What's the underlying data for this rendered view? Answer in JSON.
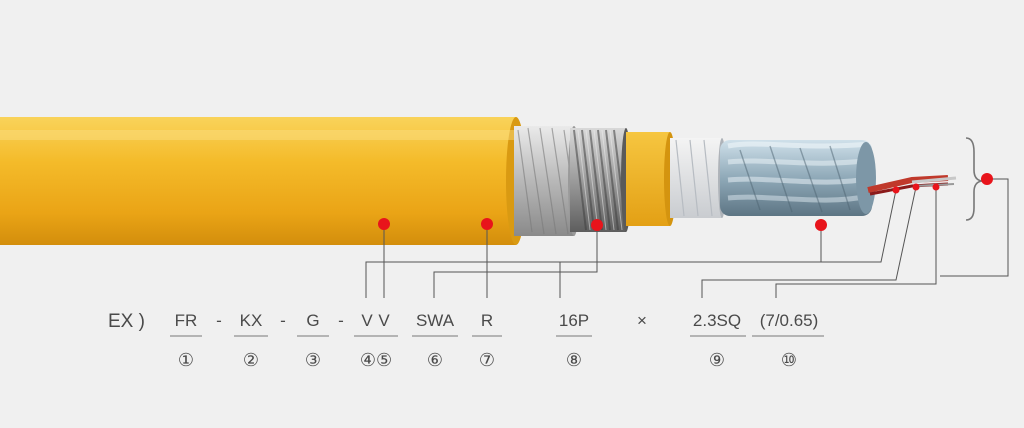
{
  "designation": {
    "prefix": "EX )",
    "codes": [
      "FR",
      "KX",
      "G",
      "V",
      "V",
      "SWA",
      "R",
      "16P",
      "2.3SQ",
      "(7/0.65)"
    ],
    "separators": [
      "-",
      "-",
      "-",
      "×"
    ],
    "numbers": [
      "①",
      "②",
      "③",
      "④⑤",
      "⑥",
      "⑦",
      "⑧",
      "⑨",
      "⑩"
    ]
  },
  "colors": {
    "background": "#f0f0f0",
    "jacket": "#f2b521",
    "marker": "#e8141b",
    "leader": "#555555",
    "text": "#4a4a4a"
  }
}
